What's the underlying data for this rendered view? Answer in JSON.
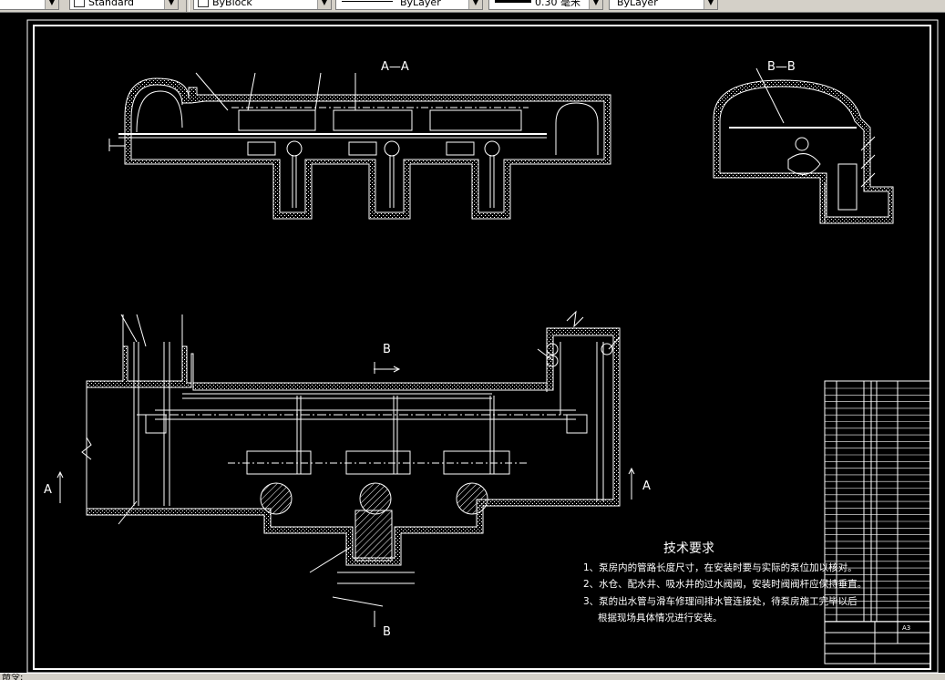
{
  "toolbar": {
    "textstyle_value": "Standard",
    "color_value": "ByBlock",
    "linetype_value": "ByLayer",
    "lineweight_value": "0.30 毫米",
    "plotstyle_value": "ByLayer"
  },
  "drawing": {
    "section_aa_title": "A—A",
    "section_bb_title": "B—B",
    "cut_b_top": "B",
    "cut_b_bottom": "B",
    "cut_a_left": "A",
    "cut_a_right": "A",
    "tech_title": "技术要求",
    "tech_notes": [
      "1、泵房内的管路长度尺寸，在安装时要与实际的泵位加以核对。",
      "2、水仓、配水井、吸水井的过水阀阀，安装时阀阀杆应保持垂直。",
      "3、泵的出水管与滑车修理间排水管连接处，待泵房施工完毕以后",
      "根据现场具体情况进行安装。"
    ],
    "titleblock_sheet": "A3"
  },
  "statusbar": {
    "text": "命令:"
  },
  "colors": {
    "drawing_line": "#ffffff",
    "canvas_bg": "#000000",
    "toolbar_bg": "#d4d0c8"
  }
}
